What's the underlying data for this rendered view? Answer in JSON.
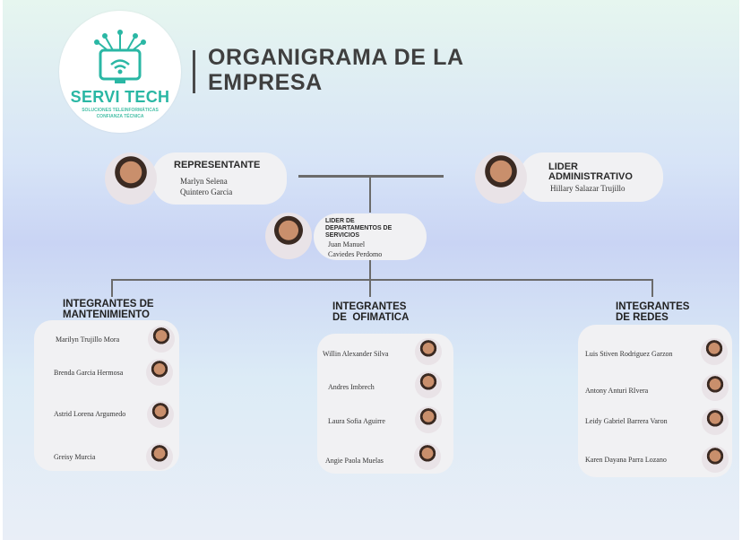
{
  "logo": {
    "name": "SERVI TECH",
    "sub1": "SOLUCIONES TELEINFORMÁTICAS",
    "sub2": "CONFIANZA TÉCNICA"
  },
  "title": {
    "line1": "ORGANIGRAMA DE LA",
    "line2": "EMPRESA"
  },
  "colors": {
    "accent": "#2ab7a4",
    "line": "#6b6b6b",
    "card": "#f1f1f3"
  },
  "representante": {
    "role": "REPRESENTANTE",
    "name1": "Marlyn Selena",
    "name2": "Quintero Garcia"
  },
  "lider_admin": {
    "role1": "LIDER",
    "role2": "ADMINISTRATIVO",
    "name": "Hillary Salazar Trujillo"
  },
  "lider_servicios": {
    "role1": "LIDER DE",
    "role2": "DEPARTAMENTOS DE",
    "role3": "SERVICIOS",
    "name1": "Juan Manuel",
    "name2": "Caviedes Perdomo"
  },
  "mantenimiento": {
    "title1": "INTEGRANTES DE",
    "title2": "MANTENIMIENTO",
    "members": [
      "Marilyn Trujillo Mora",
      "Brenda Garcia Hermosa",
      "Astrid Lorena Argumedo",
      "Greisy Murcia"
    ]
  },
  "ofimatica": {
    "title1": "INTEGRANTES",
    "title2": "DE  OFIMATICA",
    "members": [
      "Willin Alexander Silva",
      "Andres Imbrech",
      "Laura Sofia Aguirre",
      "Angie Paola Muelas"
    ]
  },
  "redes": {
    "title1": "INTEGRANTES",
    "title2": "DE REDES",
    "members": [
      "Luis Stiven Rodriguez Garzon",
      "Antony Anturi RIvera",
      "Leidy Gabriel Barrera Varon",
      "Karen Dayana Parra Lozano"
    ]
  }
}
